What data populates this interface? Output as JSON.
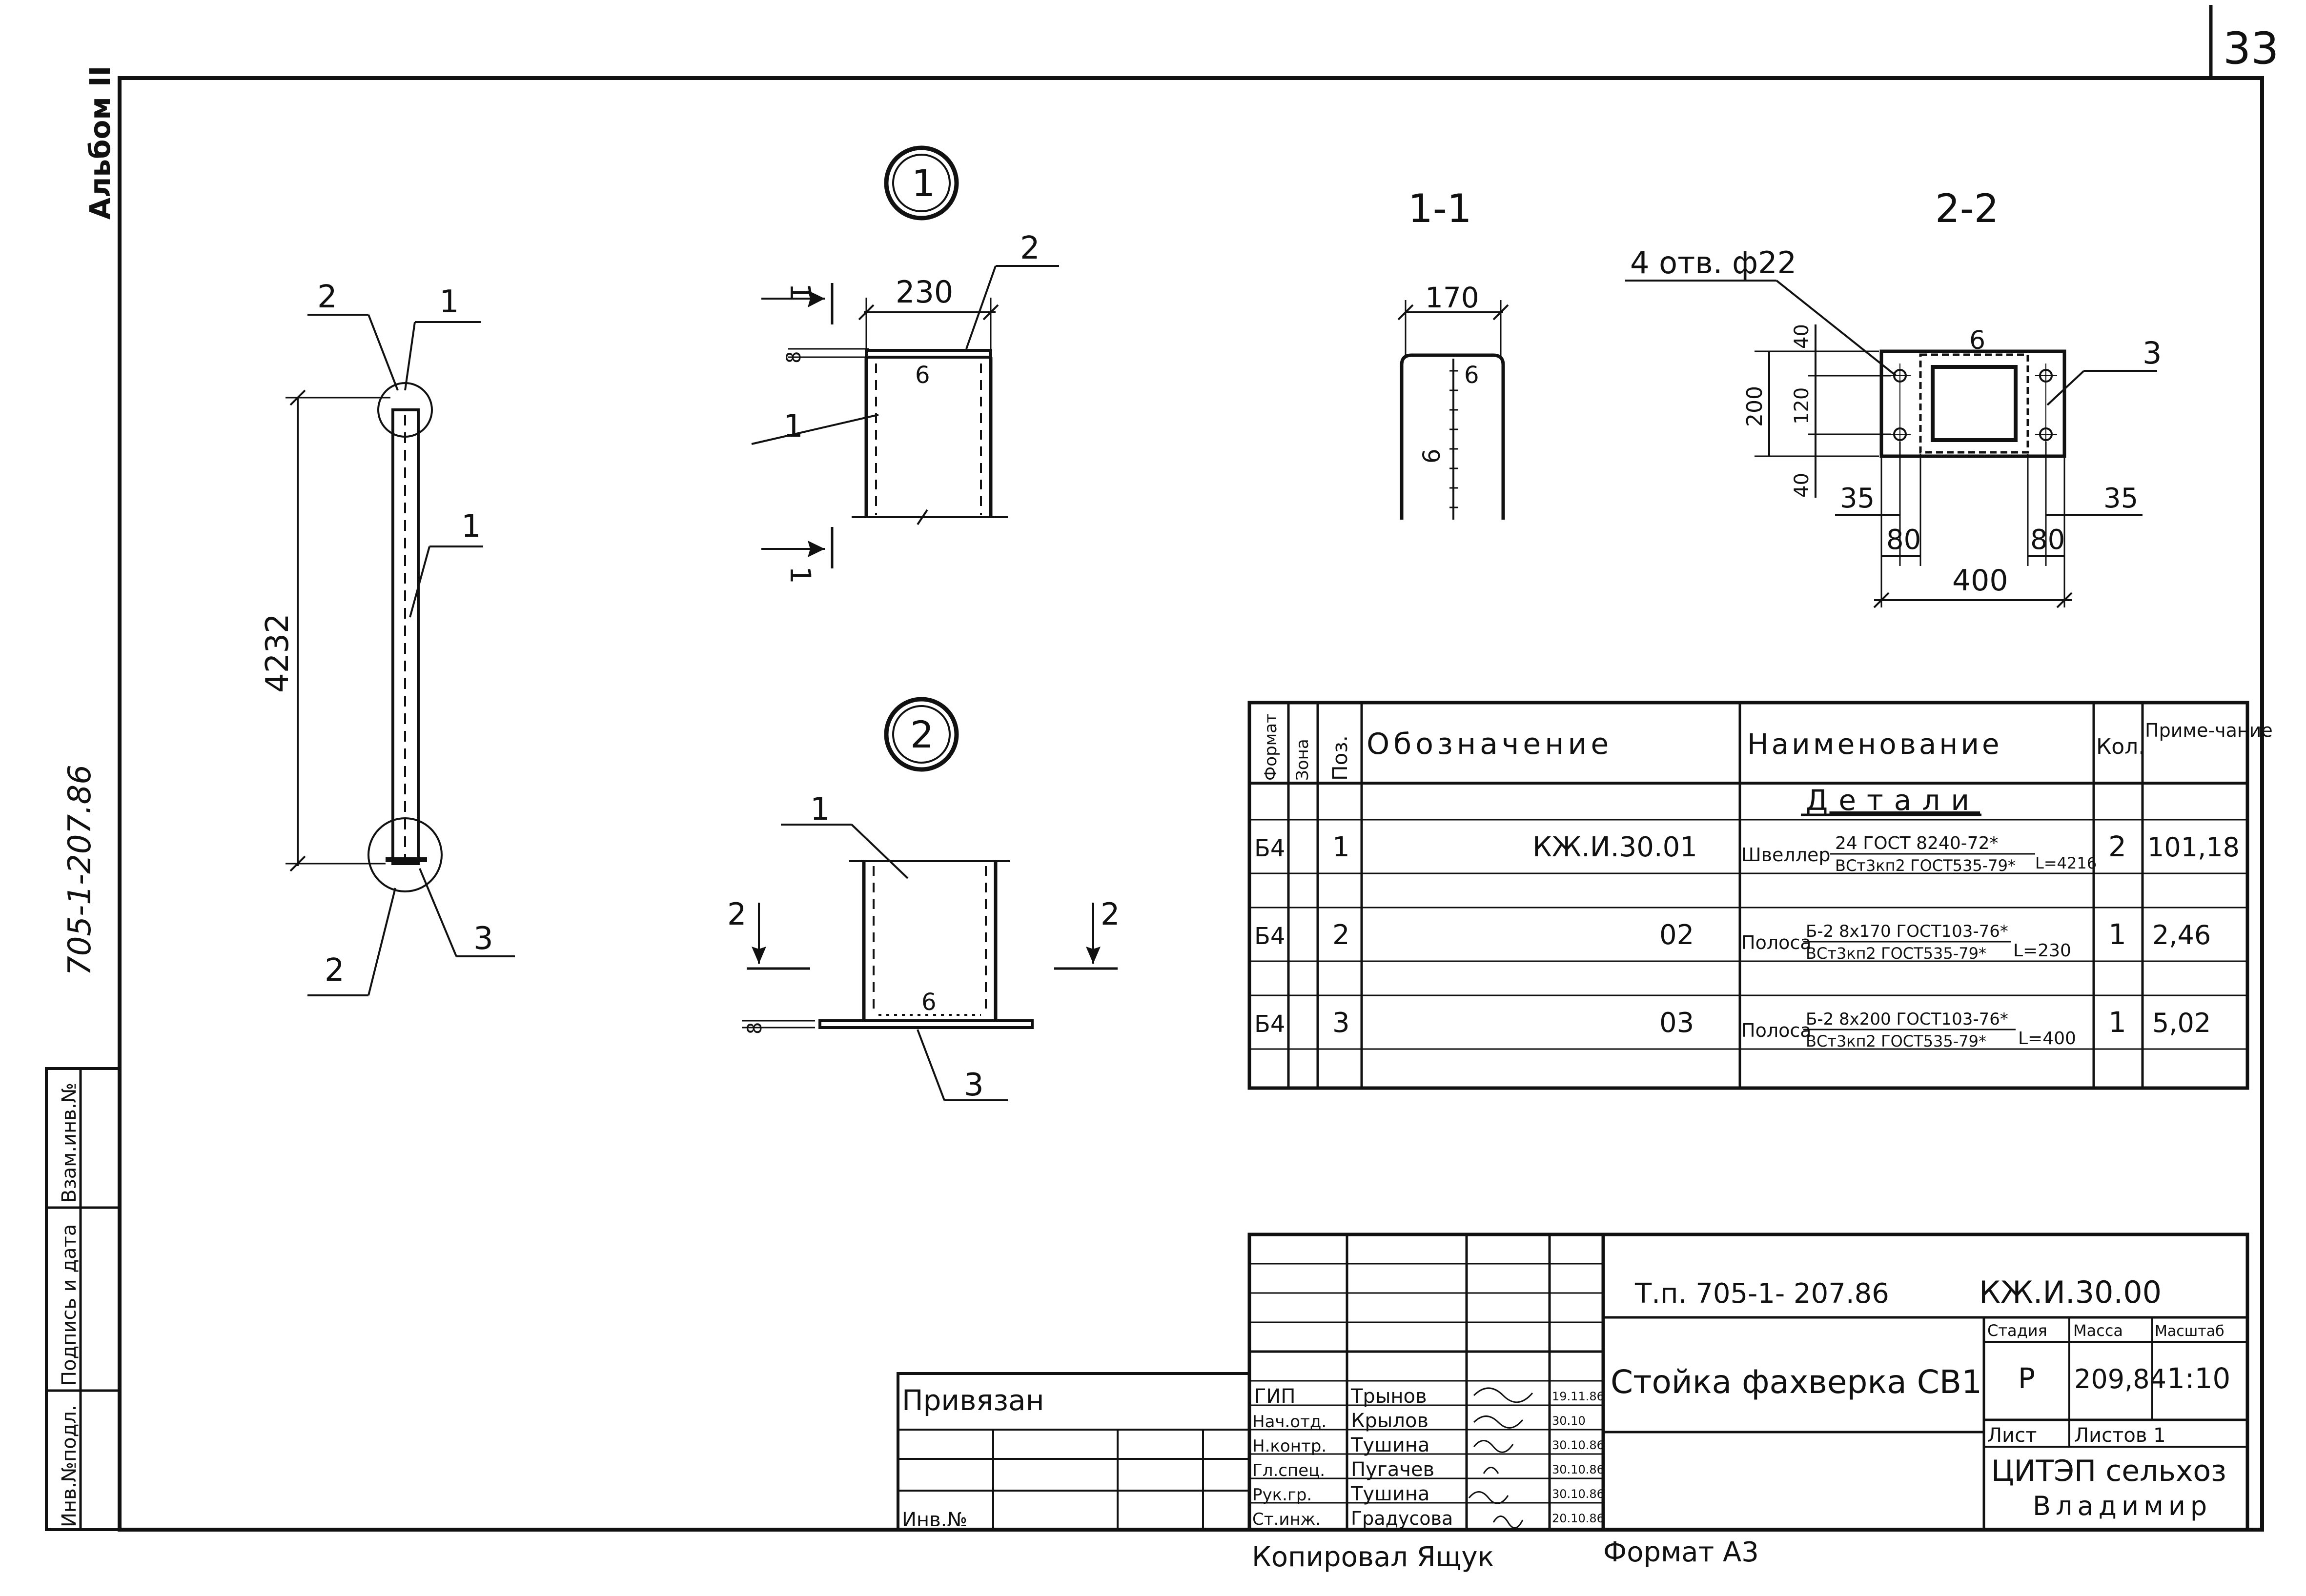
{
  "sheet_number": "33",
  "album_label": "Альбом II",
  "side_code": "705-1-207.86",
  "side_stamp": [
    "Инв.№подл.",
    "Подпись и дата",
    "Взам.инв.№"
  ],
  "main_view": {
    "length": "4232",
    "callouts": [
      "2",
      "1",
      "1",
      "2",
      "3"
    ],
    "detail_1_mark": "1",
    "detail_2_mark": "2"
  },
  "detail_1": {
    "number": "1",
    "width": "230",
    "thickness": "8",
    "weld": "6",
    "section_mark": "1",
    "callouts": [
      "2",
      "1"
    ]
  },
  "detail_2": {
    "number": "2",
    "thickness": "8",
    "weld": "6",
    "section_mark": "2",
    "callouts": [
      "1",
      "3"
    ]
  },
  "section_1_1": {
    "title": "1-1",
    "width": "170",
    "weld_top": "6",
    "weld_side": "6"
  },
  "section_2_2": {
    "title": "2-2",
    "holes": "4 отв. ф22",
    "weld": "6",
    "callout": "3",
    "dims": [
      "200",
      "40",
      "120",
      "40",
      "35",
      "35",
      "80",
      "80",
      "400"
    ]
  },
  "spec_table": {
    "headers": [
      "Формат",
      "Зона",
      "Поз.",
      "Обозначение",
      "Наименование",
      "Кол.",
      "Приме-чание"
    ],
    "section_title": "Детали",
    "rows": [
      {
        "format": "Б4",
        "pos": "1",
        "designation": "КЖ.И.30.01",
        "name_prefix": "Швеллер",
        "name_top": "24 ГОСТ 8240-72*",
        "name_bottom": "ВСт3кп2 ГОСТ535-79*",
        "length": "L=4216",
        "qty": "2",
        "note": "101,18"
      },
      {
        "format": "Б4",
        "pos": "2",
        "designation": "02",
        "name_prefix": "Полоса",
        "name_top": "Б-2 8х170 ГОСТ103-76*",
        "name_bottom": "ВСт3кп2 ГОСТ535-79*",
        "length": "L=230",
        "qty": "1",
        "note": "2,46"
      },
      {
        "format": "Б4",
        "pos": "3",
        "designation": "03",
        "name_prefix": "Полоса",
        "name_top": "Б-2 8х200 ГОСТ103-76*",
        "name_bottom": "ВСт3кп2 ГОСТ535-79*",
        "length": "L=400",
        "qty": "1",
        "note": "5,02"
      }
    ]
  },
  "title_block": {
    "project": "Т.п.   705-1- 207.86",
    "code": "КЖ.И.30.00",
    "drawing_title": "Стойка фахверка СВ1",
    "stage_label": "Стадия",
    "mass_label": "Масса",
    "scale_label": "Масштаб",
    "stage": "Р",
    "mass": "209,84",
    "scale": "1:10",
    "sheet_label": "Лист",
    "sheets_label": "Листов 1",
    "organization_1": "ЦИТЭП сельхоз",
    "organization_2": "Владимир",
    "tied_label": "Привязан",
    "inv_label": "Инв.№",
    "signatures": [
      {
        "role": "ГИП",
        "name": "Трынов",
        "date": "19.11.86"
      },
      {
        "role": "Нач.отд.",
        "name": "Крылов",
        "date": "30.10"
      },
      {
        "role": "Н.контр.",
        "name": "Тушина",
        "date": "30.10.86"
      },
      {
        "role": "Гл.спец.",
        "name": "Пугачев",
        "date": "30.10.86"
      },
      {
        "role": "Рук.гр.",
        "name": "Тушина",
        "date": "30.10.86"
      },
      {
        "role": "Ст.инж.",
        "name": "Градусова",
        "date": "20.10.86"
      }
    ]
  },
  "copied_by": "Копировал Ящук",
  "sheet_format": "Формат А3"
}
